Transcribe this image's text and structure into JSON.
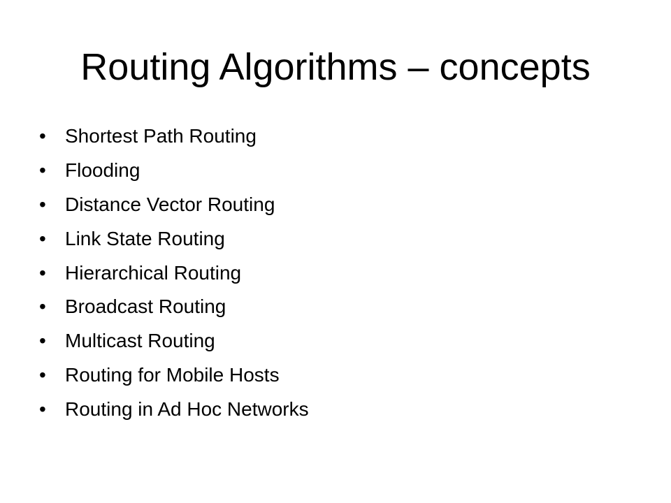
{
  "slide": {
    "title": "Routing Algorithms – concepts",
    "bullets": [
      "Shortest Path Routing",
      "Flooding",
      "Distance Vector Routing",
      "Link State Routing",
      "Hierarchical Routing",
      "Broadcast Routing",
      "Multicast Routing",
      "Routing for Mobile Hosts",
      "Routing in Ad Hoc Networks"
    ],
    "bullet_glyph": "•"
  }
}
